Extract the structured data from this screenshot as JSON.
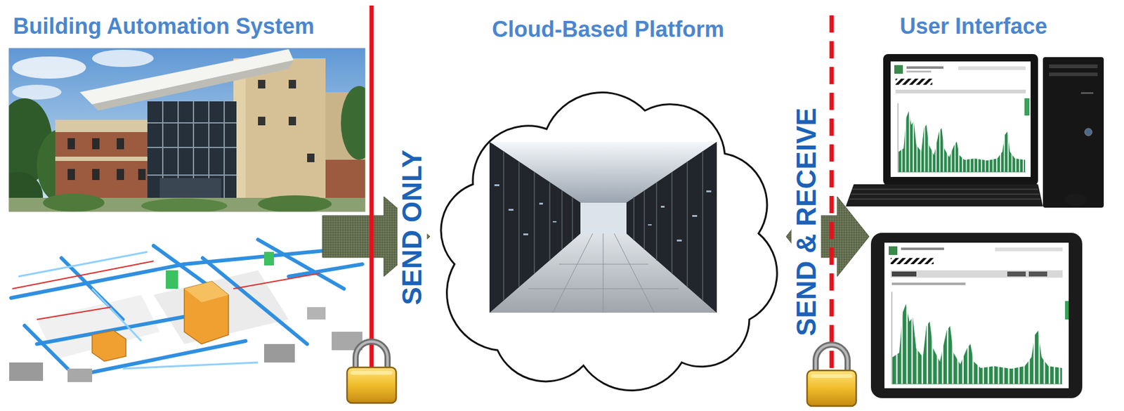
{
  "diagram": {
    "nodes": [
      {
        "text": [
          "Building Automation System"
        ]
      },
      {
        "text": [
          "Cloud-Based Platform"
        ]
      },
      {
        "text": [
          "User Interface"
        ]
      }
    ],
    "edges": [
      {
        "from": 0,
        "to": 1,
        "arrow": "to",
        "label": "SEND ONLY"
      },
      {
        "from": 1,
        "to": 2,
        "arrow": "both",
        "label": "SEND & RECEIVE"
      }
    ]
  }
}
